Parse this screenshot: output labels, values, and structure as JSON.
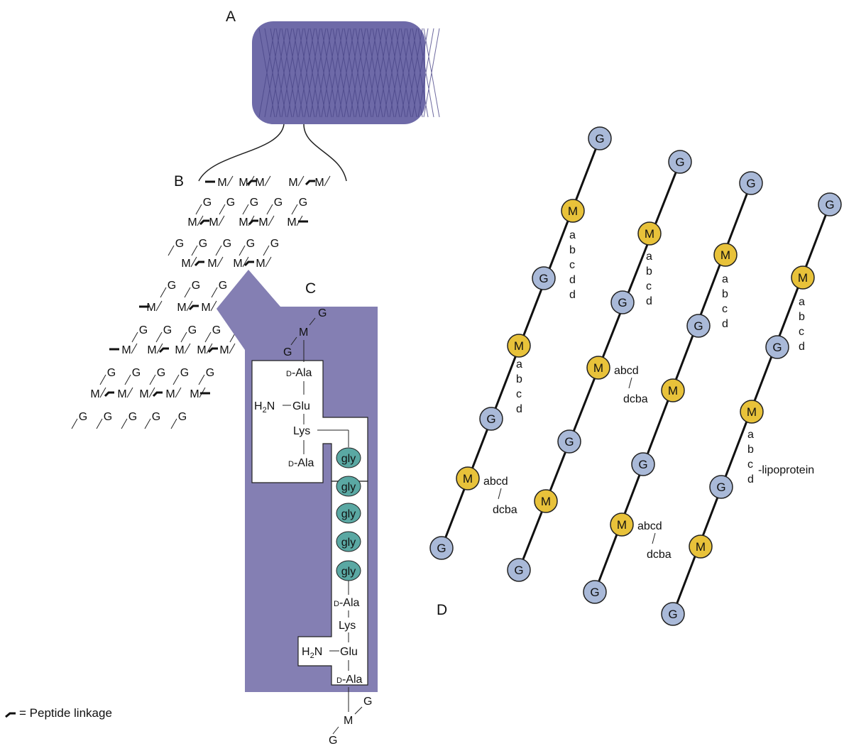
{
  "panel_labels": {
    "a": "A",
    "b": "B",
    "c": "C",
    "d": "D"
  },
  "symbols": {
    "g": "G",
    "m": "M"
  },
  "panel_c": {
    "d_prefix": "D",
    "ala": "-Ala",
    "glu": "Glu",
    "lys": "Lys",
    "h2n_h": "H",
    "h2n_2": "2",
    "h2n_n": "N",
    "gly": "gly"
  },
  "panel_d": {
    "stem_letters": [
      "a",
      "b",
      "c",
      "d"
    ],
    "stem_letters_double": [
      "a",
      "b",
      "c",
      "d",
      "d"
    ],
    "crosslink_top": "abcd",
    "crosslink_bottom": "dcba",
    "lipoprotein": "-lipoprotein"
  },
  "legend": {
    "text": "= Peptide linkage"
  },
  "colors": {
    "purple": "#6e6aa8",
    "purple_panel": "#847fb3",
    "glycan_blue": "#a9b9d8",
    "muramic_yellow": "#e8c23a",
    "gly_teal": "#5aa8a3"
  }
}
